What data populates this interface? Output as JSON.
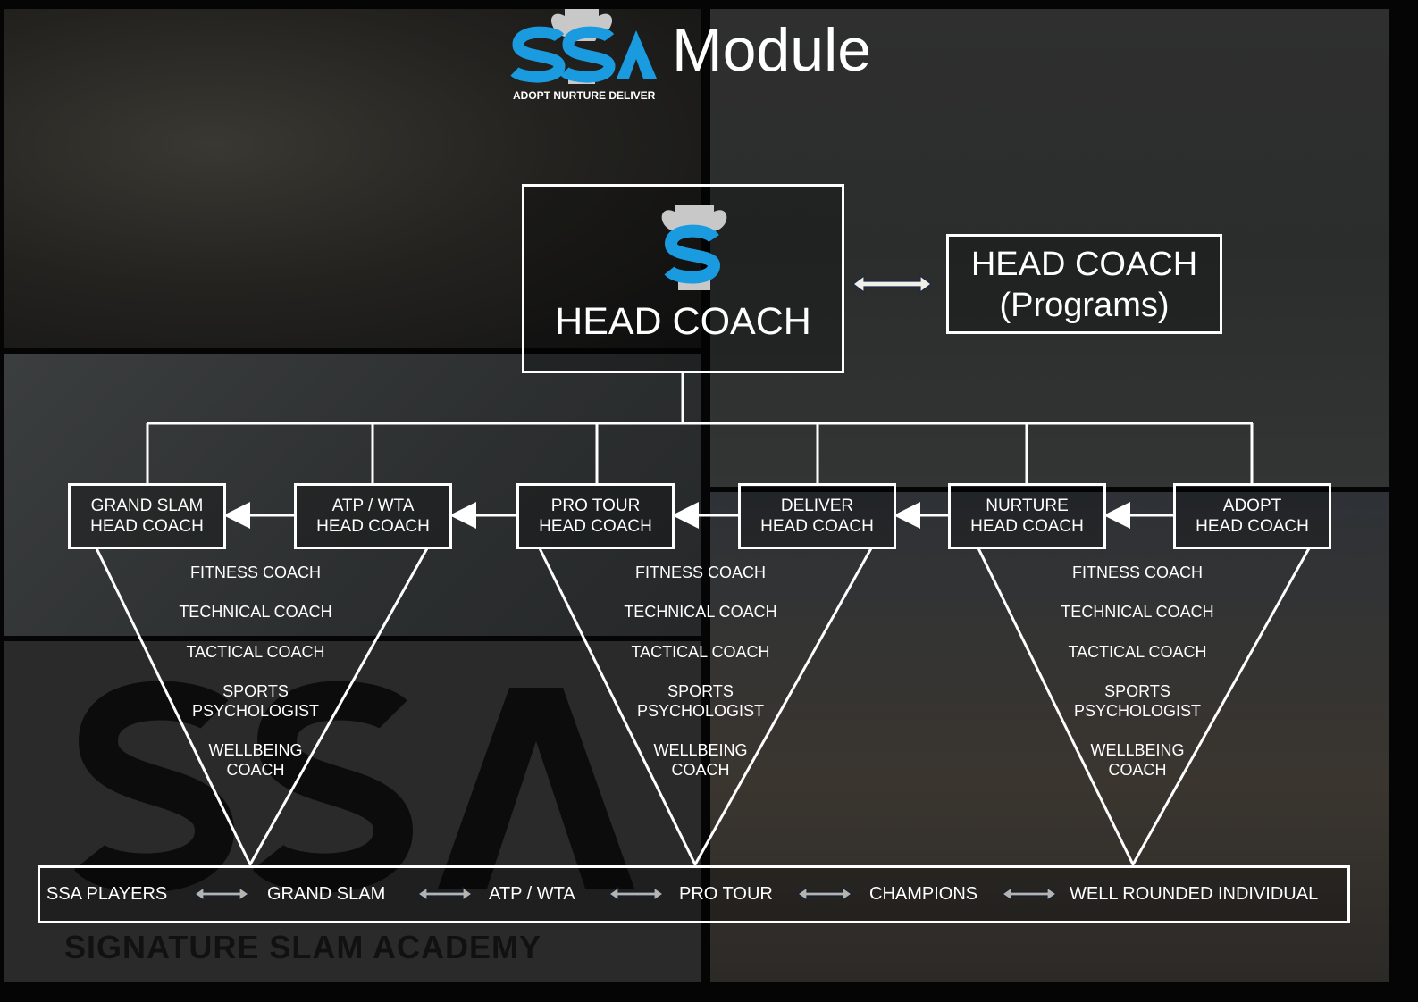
{
  "header": {
    "title": "Module",
    "logo_text": "SSA",
    "logo_tagline": "ADOPT NURTURE DELIVER"
  },
  "head_coach": {
    "label": "HEAD COACH"
  },
  "programs_coach": {
    "line1": "HEAD COACH",
    "line2": "(Programs)"
  },
  "sub_coaches": [
    {
      "line1": "GRAND SLAM",
      "line2": "HEAD COACH"
    },
    {
      "line1": "ATP / WTA",
      "line2": "HEAD COACH"
    },
    {
      "line1": "PRO TOUR",
      "line2": "HEAD COACH"
    },
    {
      "line1": "DELIVER",
      "line2": "HEAD COACH"
    },
    {
      "line1": "NURTURE",
      "line2": "HEAD COACH"
    },
    {
      "line1": "ADOPT",
      "line2": "HEAD COACH"
    }
  ],
  "support_staff": [
    "FITNESS COACH",
    "TECHNICAL COACH",
    "TACTICAL COACH",
    "SPORTS",
    "PSYCHOLOGIST",
    "WELLBEING",
    "COACH"
  ],
  "pathway": [
    "SSA PLAYERS",
    "GRAND SLAM",
    "ATP / WTA",
    "PRO TOUR",
    "CHAMPIONS",
    "WELL ROUNDED INDIVIDUAL"
  ],
  "background": {
    "watermark": "SSA",
    "watermark_sub": "SIGNATURE SLAM ACADEMY"
  },
  "colors": {
    "brand_blue": "#1a9be0",
    "trophy_silver": "#c8c8c8",
    "line": "#ffffff"
  }
}
